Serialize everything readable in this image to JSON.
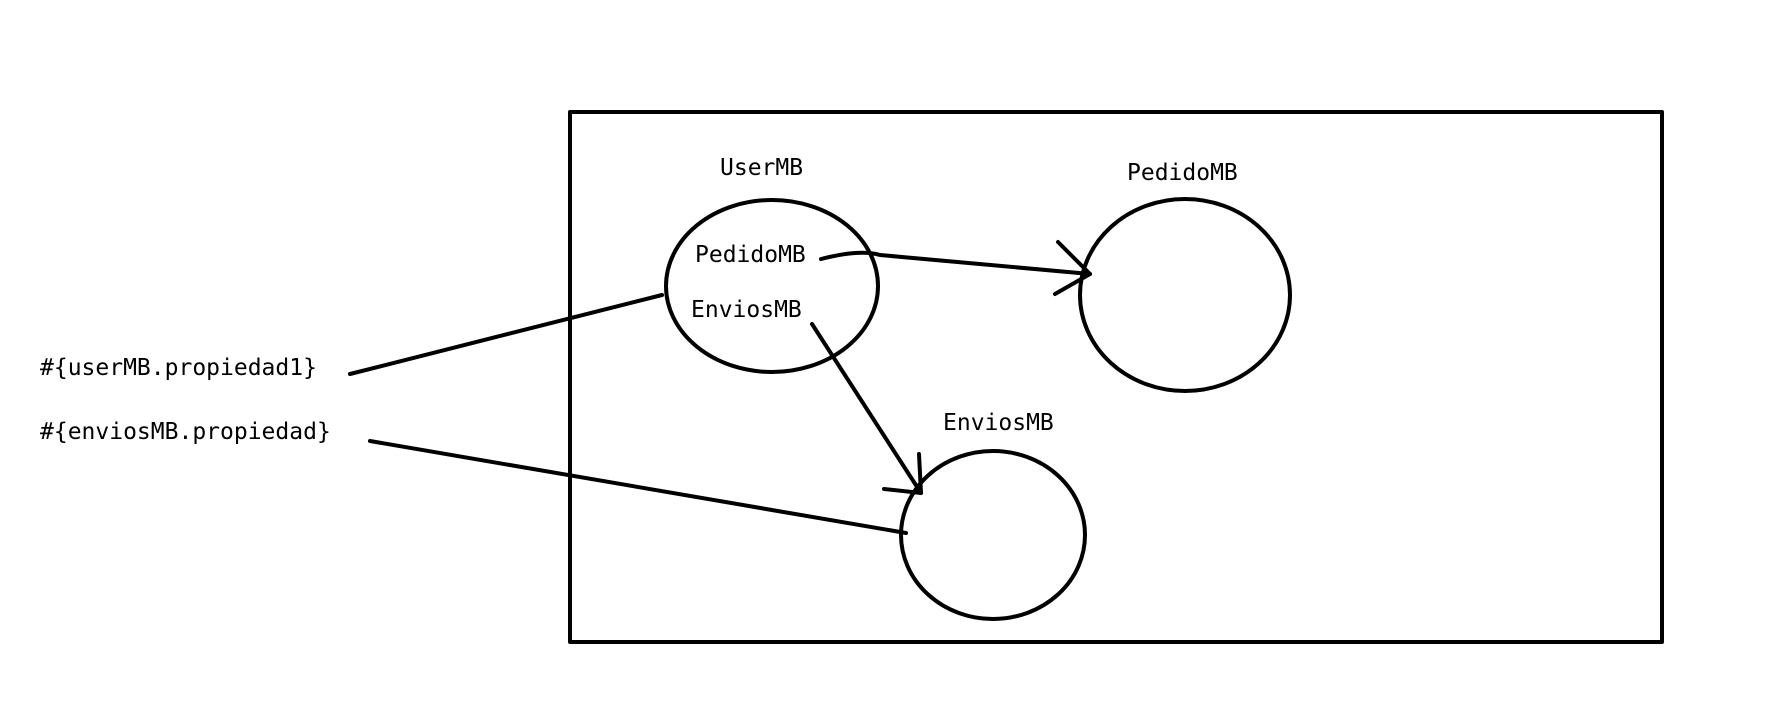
{
  "colors": {
    "ink": "#000000",
    "background": "#ffffff"
  },
  "beans": {
    "user": {
      "title": "UserMB",
      "properties": [
        "PedidoMB",
        "EnviosMB"
      ]
    },
    "pedido": {
      "title": "PedidoMB"
    },
    "envios": {
      "title": "EnviosMB"
    }
  },
  "expressions": [
    "#{userMB.propiedad1}",
    "#{enviosMB.propiedad}"
  ]
}
